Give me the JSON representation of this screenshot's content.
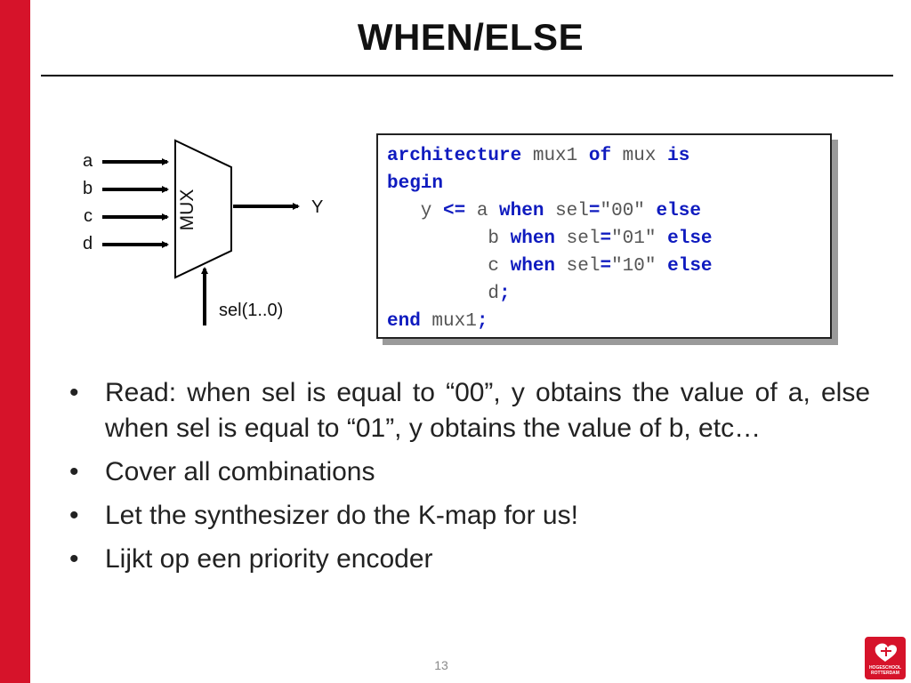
{
  "slide": {
    "title": "WHEN/ELSE",
    "page_number": "13"
  },
  "diagram": {
    "inputs": [
      "a",
      "b",
      "c",
      "d"
    ],
    "block_label": "MUX",
    "output": "Y",
    "select": "sel(1..0)"
  },
  "code": {
    "line1": {
      "kw1": "architecture",
      "t1": " mux1 ",
      "kw2": "of",
      "t2": " mux ",
      "kw3": "is"
    },
    "line2": {
      "kw1": "begin"
    },
    "line3": {
      "t0": "   y ",
      "op": "<=",
      "t1": " a ",
      "kw1": "when",
      "t2": " sel",
      "eq": "=",
      "str": "\"00\"",
      "t3": " ",
      "kw2": "else"
    },
    "line4": {
      "t0": "         b ",
      "kw1": "when",
      "t2": " sel",
      "eq": "=",
      "str": "\"01\"",
      "t3": " ",
      "kw2": "else"
    },
    "line5": {
      "t0": "         c ",
      "kw1": "when",
      "t2": " sel",
      "eq": "=",
      "str": "\"10\"",
      "t3": " ",
      "kw2": "else"
    },
    "line6": {
      "t0": "         d",
      "semi": ";"
    },
    "line7": {
      "kw1": "end",
      "t1": " mux1",
      "semi": ";"
    }
  },
  "bullets": [
    "Read: when sel is equal to “00”, y obtains the value of a, else when sel is equal to “01”, y obtains the value of b, etc…",
    "Cover all combinations",
    "Let the synthesizer do the K-map for us!",
    "Lijkt op een priority encoder"
  ],
  "logo": {
    "line1": "HOGESCHOOL",
    "line2": "ROTTERDAM"
  },
  "colors": {
    "accent_red": "#d6132a",
    "keyword_blue": "#0f1bbf"
  }
}
